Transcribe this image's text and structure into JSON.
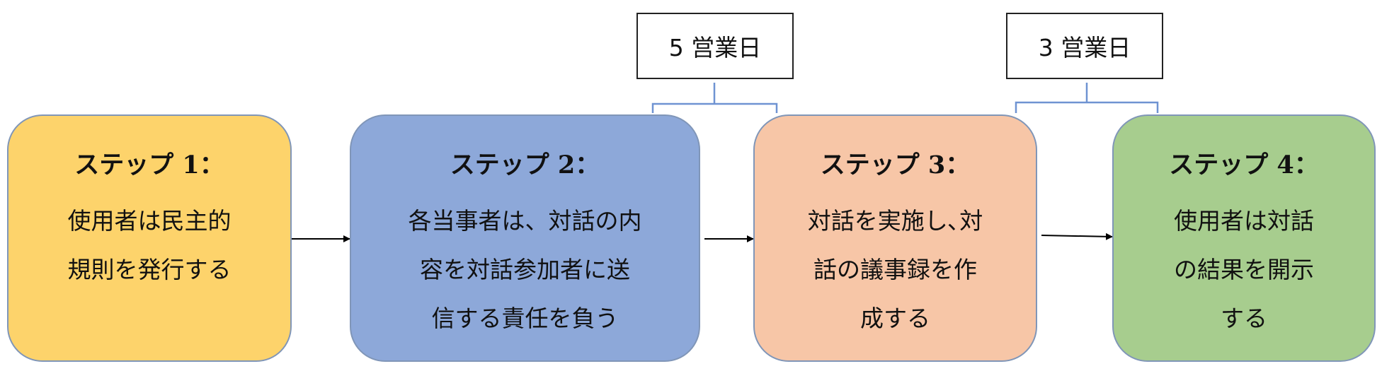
{
  "steps": [
    {
      "title": "ステップ 1：",
      "lines": [
        "使用者は民主的",
        "規則を発行する"
      ],
      "color": "#fdd36b"
    },
    {
      "title": "ステップ 2：",
      "lines": [
        "各当事者は、対話の内",
        "容を対話参加者に送",
        "信する責任を負う"
      ],
      "color": "#8da8d9"
    },
    {
      "title": "ステップ 3：",
      "lines": [
        "対話を実施し､対",
        "話の議事録を作",
        "成する"
      ],
      "color": "#f7c6a7"
    },
    {
      "title": "ステップ 4：",
      "lines": [
        "使用者は対話",
        "の結果を開示",
        "する"
      ],
      "color": "#a7cd8e"
    }
  ],
  "durations": [
    {
      "label": "5 営業日"
    },
    {
      "label": "3 営業日"
    }
  ],
  "colors": {
    "arrow": "#000000",
    "bracket": "#6f93d2"
  }
}
